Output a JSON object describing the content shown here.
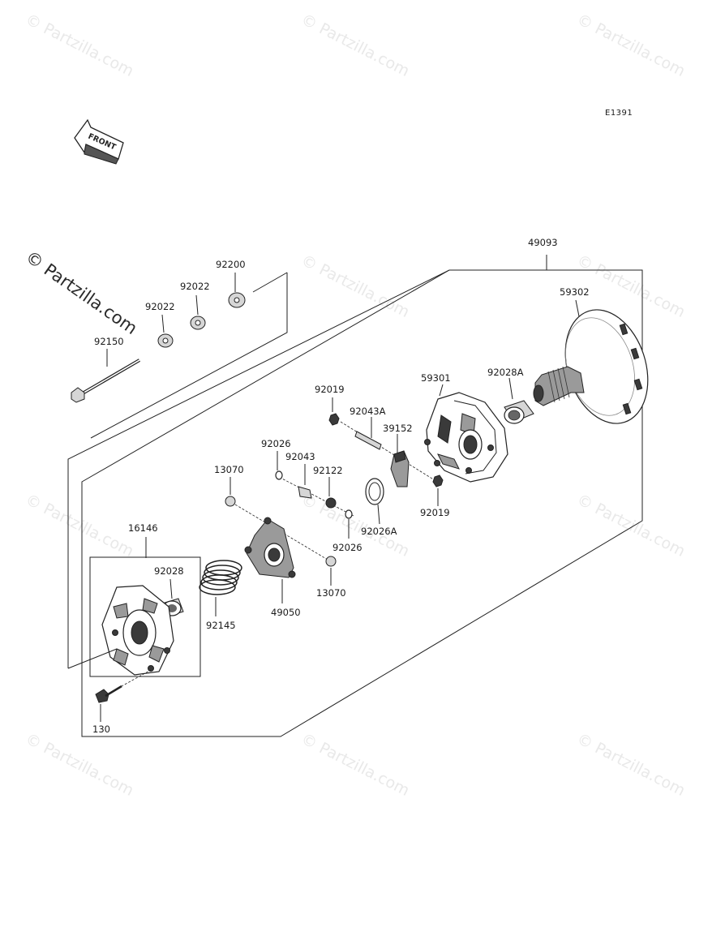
{
  "diagram_code": "E1391",
  "front_arrow_label": "FRONT",
  "watermark": "© Partzilla.com",
  "watermark_large": "© Partzilla.com",
  "parts": [
    {
      "label": "49093"
    },
    {
      "label": "59302"
    },
    {
      "label": "92028A"
    },
    {
      "label": "59301"
    },
    {
      "label": "92019"
    },
    {
      "label": "92043A"
    },
    {
      "label": "39152"
    },
    {
      "label": "92019"
    },
    {
      "label": "92026A"
    },
    {
      "label": "92026"
    },
    {
      "label": "92043"
    },
    {
      "label": "92122"
    },
    {
      "label": "92026"
    },
    {
      "label": "13070"
    },
    {
      "label": "13070"
    },
    {
      "label": "49050"
    },
    {
      "label": "92145"
    },
    {
      "label": "16146"
    },
    {
      "label": "92028"
    },
    {
      "label": "130"
    },
    {
      "label": "92150"
    },
    {
      "label": "92022"
    },
    {
      "label": "92022"
    },
    {
      "label": "92200"
    }
  ]
}
